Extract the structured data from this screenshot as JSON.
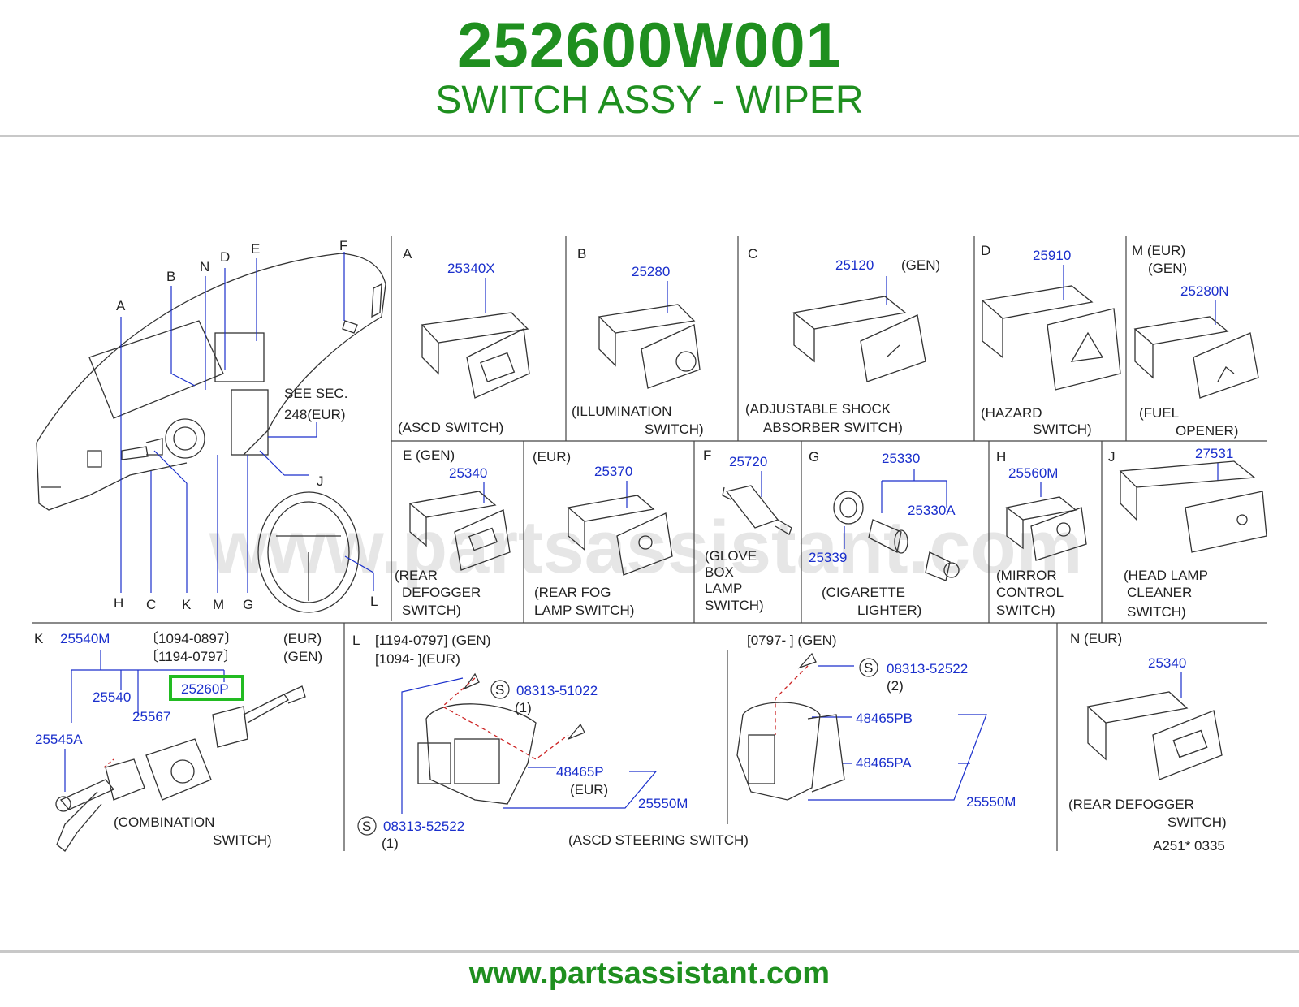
{
  "header": {
    "part_number": "252600W001",
    "part_name": "SWITCH ASSY - WIPER"
  },
  "footer": {
    "url": "www.partsassistant.com"
  },
  "watermark": "www.partsassistant.com",
  "colors": {
    "brand_green": "#1f8f1f",
    "part_blue": "#1a2fcc",
    "highlight": "#22bb22"
  },
  "overview": {
    "letters": {
      "A": "A",
      "B": "B",
      "N": "N",
      "D": "D",
      "E": "E",
      "F": "F",
      "H": "H",
      "C": "C",
      "K": "K",
      "M": "M",
      "G": "G",
      "J": "J",
      "L": "L"
    },
    "note1": "SEE   SEC.",
    "note2": "248(EUR)"
  },
  "sections": {
    "A": {
      "letter": "A",
      "part": "25340X",
      "cap1": "(ASCD   SWITCH)"
    },
    "B": {
      "letter": "B",
      "part": "25280",
      "cap1": "(ILLUMINATION",
      "cap2": "SWITCH)"
    },
    "C": {
      "letter": "C",
      "part": "25120",
      "variant": "(GEN)",
      "cap1": "(ADJUSTABLE   SHOCK",
      "cap2": "ABSORBER   SWITCH)"
    },
    "D": {
      "letter": "D",
      "part": "25910",
      "cap1": "(HAZARD",
      "cap2": "SWITCH)"
    },
    "M": {
      "letter": "M (EUR)",
      "variant": "(GEN)",
      "part": "25280N",
      "cap1": "(FUEL",
      "cap2": "OPENER)"
    },
    "E": {
      "letter": "E (GEN)",
      "part": "25340",
      "cap1": "(REAR",
      "cap2": "DEFOGGER",
      "cap3": "SWITCH)"
    },
    "EUR": {
      "letter": "(EUR)",
      "part": "25370",
      "cap1": "(REAR   FOG",
      "cap2": "LAMP   SWITCH)"
    },
    "F": {
      "letter": "F",
      "part": "25720",
      "cap1": "(GLOVE",
      "cap2": "BOX",
      "cap3": "LAMP",
      "cap4": "SWITCH)"
    },
    "G": {
      "letter": "G",
      "part": "25330",
      "part_a": "25330A",
      "part_b": "25339",
      "cap1": "(CIGARETTE",
      "cap2": "LIGHTER)"
    },
    "H": {
      "letter": "H",
      "part": "25560M",
      "cap1": "(MIRROR",
      "cap2": "CONTROL",
      "cap3": "SWITCH)"
    },
    "J": {
      "letter": "J",
      "part": "27531",
      "cap1": "(HEAD   LAMP",
      "cap2": "CLEANER",
      "cap3": "SWITCH)"
    },
    "K": {
      "letter": "K",
      "p1": "25540M",
      "d1": "〔1094-0897〕",
      "d2": "〔1194-0797〕",
      "v1": "(EUR)",
      "v2": "(GEN)",
      "p2": "25540",
      "p3": "25567",
      "p4": "25260P",
      "p5": "25545A",
      "cap1": "(COMBINATION",
      "cap2": "SWITCH)"
    },
    "L": {
      "letter": "L",
      "d1": "[1194-0797]   (GEN)",
      "d2": "[1094-                    ](EUR)",
      "s": "S",
      "p1": "08313-51022",
      "q1": "(1)",
      "p2": "48465P",
      "v": "(EUR)",
      "p3": "25550M",
      "p4": "08313-52522",
      "q2": "(1)",
      "d3": "[0797-                        ]   (GEN)",
      "p5": "08313-52522",
      "q3": "(2)",
      "p6": "48465PB",
      "p7": "48465PA",
      "p8": "25550M",
      "cap": "(ASCD   STEERING   SWITCH)"
    },
    "N": {
      "letter": "N (EUR)",
      "part": "25340",
      "cap1": "(REAR       DEFOGGER",
      "cap2": "SWITCH)",
      "code": "A251*    0335"
    }
  }
}
